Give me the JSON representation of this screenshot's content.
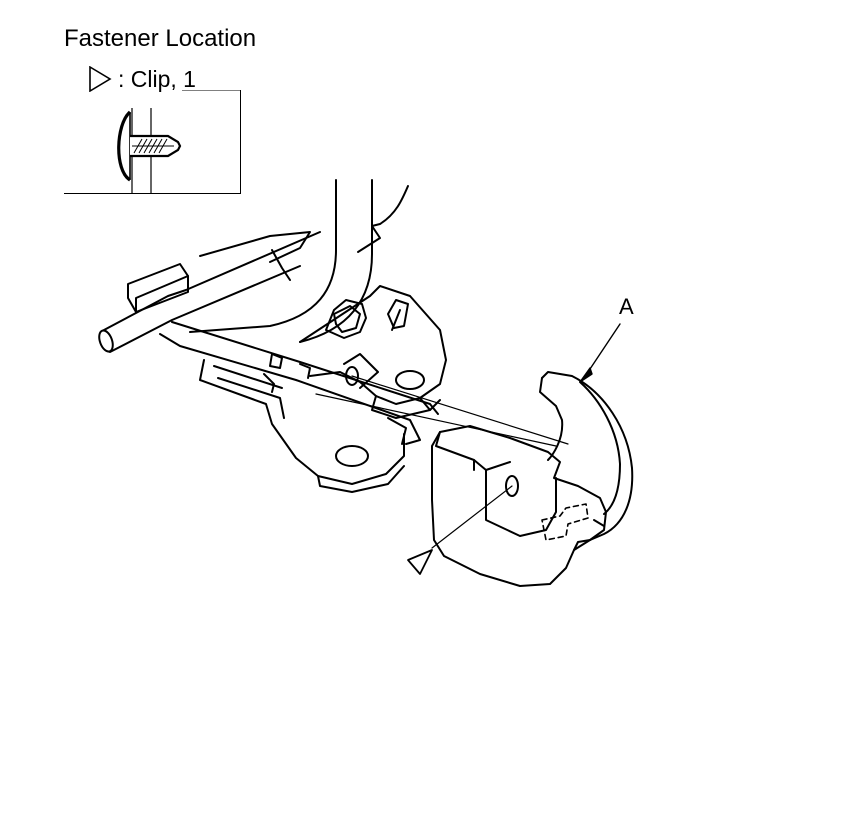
{
  "header": {
    "title": "Fastener Location"
  },
  "legend": {
    "symbol_icon": "hollow-triangle-icon",
    "text": ": Clip, 1"
  },
  "callouts": {
    "part_a": "A"
  },
  "icons": {
    "clip": "push-clip-icon"
  },
  "colors": {
    "ink": "#000000",
    "hatch": "#000000",
    "background": "#ffffff"
  }
}
